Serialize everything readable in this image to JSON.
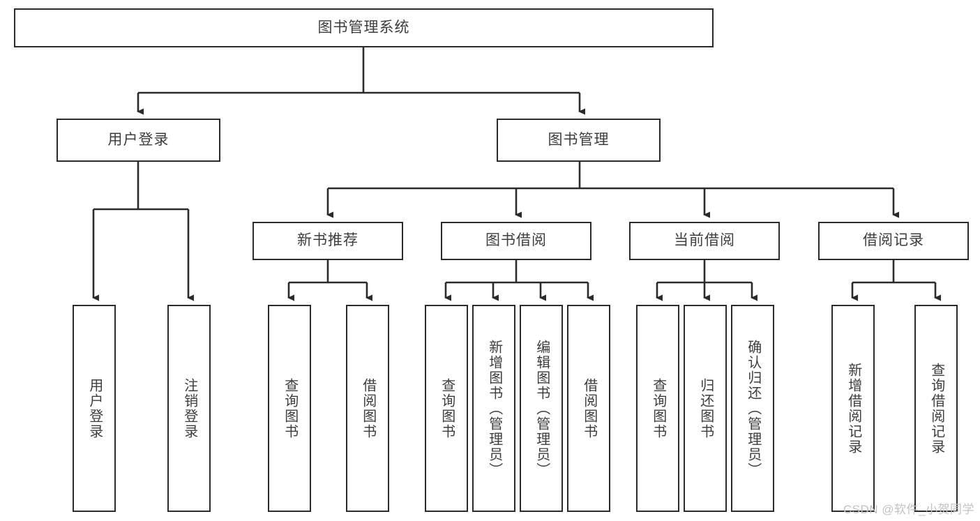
{
  "diagram": {
    "title": "图书管理系统",
    "root": {
      "label": "图书管理系统"
    },
    "level2": [
      {
        "label": "用户登录"
      },
      {
        "label": "图书管理"
      }
    ],
    "level3": [
      {
        "label": "新书推荐"
      },
      {
        "label": "图书借阅"
      },
      {
        "label": "当前借阅"
      },
      {
        "label": "借阅记录"
      }
    ],
    "leaves": {
      "user_login": [
        {
          "label": "用户登录"
        },
        {
          "label": "注销登录"
        }
      ],
      "new_book_recommend": [
        {
          "label": "查询图书"
        },
        {
          "label": "借阅图书"
        }
      ],
      "book_borrow": [
        {
          "label": "查询图书"
        },
        {
          "label": "新增图书（管理员）"
        },
        {
          "label": "编辑图书（管理员）"
        },
        {
          "label": "借阅图书"
        }
      ],
      "current_borrow": [
        {
          "label": "查询图书"
        },
        {
          "label": "归还图书"
        },
        {
          "label": "确认归还（管理员）"
        }
      ],
      "borrow_records": [
        {
          "label": "新增借阅记录"
        },
        {
          "label": "查询借阅记录"
        }
      ]
    }
  },
  "watermark": {
    "text": "CSDN @软件_小贺同学"
  },
  "colors": {
    "border": "#2b2b2b",
    "text": "#3d3d3d",
    "background": "#ffffff",
    "connector": "#2b2b2b",
    "watermark": "#c2c2c2"
  }
}
